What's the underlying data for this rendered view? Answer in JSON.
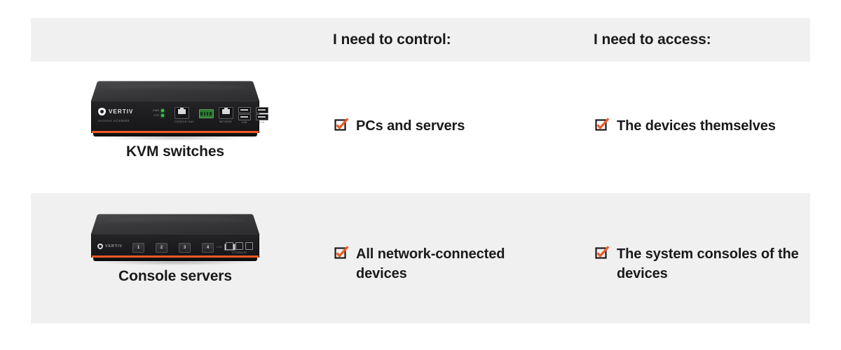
{
  "table": {
    "headers": {
      "product_column": "",
      "control_column": "I need to control:",
      "access_column": "I need to access:"
    },
    "accent_color": "#f05a22",
    "band_color": "#f0f0f0",
    "text_color": "#1a1a1a",
    "rows": [
      {
        "product": {
          "caption": "KVM switches",
          "device_type": "kvm-switch",
          "brand": "VERTIV",
          "model": "Avocent ACS8000",
          "leds": [
            {
              "label": "PWR",
              "color": "#3cc23c"
            },
            {
              "label": "STS",
              "color": "#3cc23c"
            }
          ],
          "ports": [
            {
              "type": "rj45",
              "caption": "CONSOLE / AUX"
            },
            {
              "type": "terminal",
              "caption": ""
            },
            {
              "type": "rj45",
              "caption": "NETWORK"
            },
            {
              "type": "usb-stack",
              "caption": "USB"
            },
            {
              "type": "usb-stack",
              "caption": "USB"
            }
          ]
        },
        "control": "PCs and servers",
        "access": "The devices themselves"
      },
      {
        "product": {
          "caption": "Console servers",
          "device_type": "console-server",
          "brand": "VERTIV",
          "model": "",
          "buttons": [
            "1",
            "2",
            "3",
            "4"
          ],
          "display_label": "LCD",
          "icons_caption": "I/O MODULES"
        },
        "control": "All network-connected devices",
        "access": "The system consoles of the devices"
      }
    ]
  }
}
